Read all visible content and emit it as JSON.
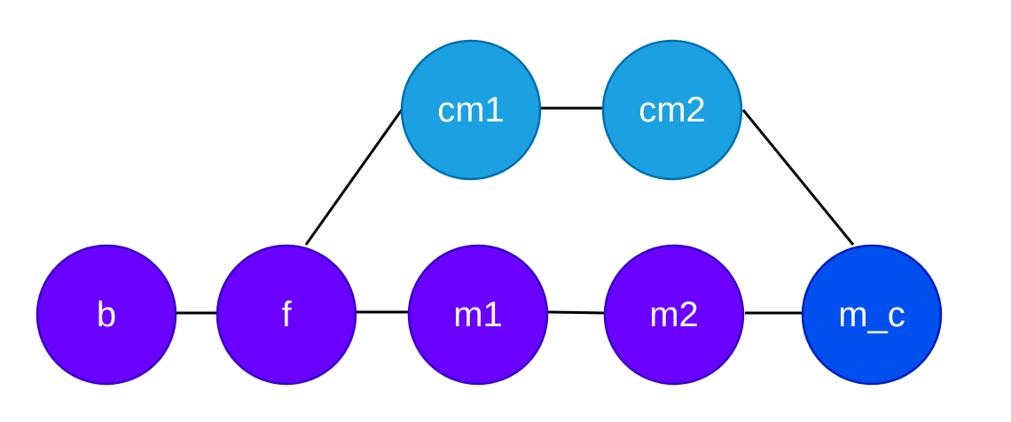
{
  "colors": {
    "purple_fill": "#6A00FF",
    "purple_stroke": "#3700CC",
    "light_blue_fill": "#1BA1E2",
    "light_blue_stroke": "#006EAF",
    "blue_fill": "#0050EF",
    "blue_stroke": "#001DBC",
    "edge": "#000000",
    "label": "#FFFFFF"
  },
  "nodes": [
    {
      "id": "b",
      "label": "b",
      "color": "purple"
    },
    {
      "id": "f",
      "label": "f",
      "color": "purple"
    },
    {
      "id": "m1",
      "label": "m1",
      "color": "purple"
    },
    {
      "id": "m2",
      "label": "m2",
      "color": "purple"
    },
    {
      "id": "m_c",
      "label": "m_c",
      "color": "blue"
    },
    {
      "id": "cm1",
      "label": "cm1",
      "color": "light_blue"
    },
    {
      "id": "cm2",
      "label": "cm2",
      "color": "light_blue"
    }
  ],
  "edges": [
    {
      "from": "b",
      "to": "f"
    },
    {
      "from": "f",
      "to": "m1"
    },
    {
      "from": "m1",
      "to": "m2"
    },
    {
      "from": "m2",
      "to": "m_c"
    },
    {
      "from": "f",
      "to": "cm1"
    },
    {
      "from": "cm1",
      "to": "cm2"
    },
    {
      "from": "cm2",
      "to": "m_c"
    }
  ]
}
